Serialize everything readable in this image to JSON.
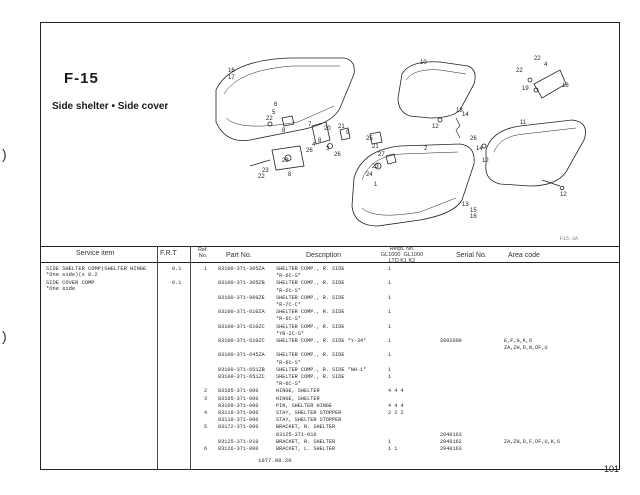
{
  "figure": {
    "code": "F-15",
    "title": "Side shelter • Side cover",
    "ref": "F15-3A",
    "page": "101"
  },
  "headers": {
    "service_item": "Service item",
    "frt": "F.R.T",
    "ref_no": "Ref.\nNo.",
    "part_no": "Part No.",
    "description": "Description",
    "reqd_no_top": "Reqd. No.",
    "reqd_cols": "GL1000  GL1000\nLTD K1 K2",
    "serial_no": "Serial No.",
    "area_code": "Area code"
  },
  "service_items": [
    {
      "name": "SIDE SHELTER COMP(SHELTER HINGE",
      "frt": "0.1"
    },
    {
      "name": "  *One side)(x 0.2",
      "frt": ""
    },
    {
      "name": "SIDE COVER COMP",
      "frt": "0.1"
    },
    {
      "name": "  *One side",
      "frt": ""
    }
  ],
  "rows": [
    {
      "ref": "1",
      "part": "83100-371-305ZA",
      "desc": "SHELTER COMP., R. SIDE",
      "qty": "1",
      "serial": "",
      "area": ""
    },
    {
      "ref": "",
      "part": "",
      "desc": "  *R-6C-S*",
      "qty": "",
      "serial": "",
      "area": ""
    },
    {
      "ref": "",
      "part": "83100-371-305ZB",
      "desc": "SHELTER COMP., R. SIDE",
      "qty": "1",
      "serial": "",
      "area": ""
    },
    {
      "ref": "",
      "part": "",
      "desc": "  *R-2C-S*",
      "qty": "",
      "serial": "",
      "area": ""
    },
    {
      "ref": "",
      "part": "83100-371-960ZE",
      "desc": "SHELTER COMP., R. SIDE",
      "qty": "1",
      "serial": "",
      "area": ""
    },
    {
      "ref": "",
      "part": "",
      "desc": "  *R-7C-C*",
      "qty": "",
      "serial": "",
      "area": ""
    },
    {
      "ref": "",
      "part": "83100-371-610ZA",
      "desc": "SHELTER COMP., R. SIDE",
      "qty": "1",
      "serial": "",
      "area": ""
    },
    {
      "ref": "",
      "part": "",
      "desc": "  *R-6C-S*",
      "qty": "",
      "serial": "",
      "area": ""
    },
    {
      "ref": "",
      "part": "83100-371-610ZC",
      "desc": "SHELTER COMP., R. SIDE",
      "qty": "1",
      "serial": "",
      "area": ""
    },
    {
      "ref": "",
      "part": "",
      "desc": "  *YR-2C-S*",
      "qty": "",
      "serial": "",
      "area": ""
    },
    {
      "ref": "",
      "part": "83100-371-610ZC",
      "desc": "SHELTER COMP., R. SIDE *Y-34*",
      "qty": "1",
      "serial": "2002009",
      "area": "E,F,G,K,6"
    },
    {
      "ref": "",
      "part": "",
      "desc": "",
      "qty": "",
      "serial": "",
      "area": "ZA,ZH,D,N,DF,U"
    },
    {
      "ref": "",
      "part": "83100-371-645ZA",
      "desc": "SHELTER COMP., R. SIDE",
      "qty": "1",
      "serial": "",
      "area": ""
    },
    {
      "ref": "",
      "part": "",
      "desc": "  *R-6C-S*",
      "qty": "",
      "serial": "",
      "area": ""
    },
    {
      "ref": "",
      "part": "83100-371-651ZB",
      "desc": "SHELTER COMP., R. SIDE *NH-1*",
      "qty": "1",
      "serial": "",
      "area": ""
    },
    {
      "ref": "",
      "part": "83100-371-651ZC",
      "desc": "SHELTER COMP., R. SIDE",
      "qty": "1",
      "serial": "",
      "area": ""
    },
    {
      "ref": "",
      "part": "",
      "desc": "  *R-6C-S*",
      "qty": "",
      "serial": "",
      "area": ""
    },
    {
      "ref": "2",
      "part": "83105-371-000",
      "desc": "HINGE, SHELTER",
      "qty": "4  4  4",
      "serial": "",
      "area": ""
    },
    {
      "ref": "3",
      "part": "83105-371-000",
      "desc": "HINGE, SHELTER",
      "qty": "",
      "serial": "",
      "area": ""
    },
    {
      "ref": "",
      "part": "83109-371-000",
      "desc": "PIN, SHELTER HINGE",
      "qty": "4  4  4",
      "serial": "",
      "area": ""
    },
    {
      "ref": "4",
      "part": "83119-371-000",
      "desc": "STAY, SHELTER STOPPER",
      "qty": "2  2  2",
      "serial": "",
      "area": ""
    },
    {
      "ref": "",
      "part": "83119-371-000",
      "desc": "STAY, SHELTER STOPPER",
      "qty": "",
      "serial": "",
      "area": ""
    },
    {
      "ref": "5",
      "part": "83172-371-000",
      "desc": "BRACKET, R. SHELTER",
      "qty": "",
      "serial": "",
      "area": ""
    },
    {
      "ref": "",
      "part": "",
      "desc": "83125-371-010",
      "qty": "",
      "serial": "2040163",
      "area": ""
    },
    {
      "ref": "",
      "part": "83125-371-010",
      "desc": "BRACKET, R. SHELTER",
      "qty": "1",
      "serial": "2040162",
      "area": "ZA,ZH,D,F,DF,U,K,6"
    },
    {
      "ref": "6",
      "part": "83126-371-000",
      "desc": "BRACKET, L. SHELTER",
      "qty": "1  1",
      "serial": "2040163",
      "area": ""
    }
  ],
  "footer_date": "1977.08.20",
  "callouts": [
    "16",
    "17",
    "10",
    "22",
    "4",
    "22",
    "19",
    "18",
    "6",
    "5",
    "22",
    "8",
    "7",
    "20",
    "21",
    "9",
    "8",
    "3",
    "4",
    "26",
    "26",
    "28",
    "23",
    "22",
    "8",
    "27",
    "21",
    "25",
    "13",
    "14",
    "12",
    "14",
    "26",
    "12",
    "11",
    "2",
    "23",
    "24",
    "1",
    "12",
    "13",
    "15",
    "16"
  ]
}
